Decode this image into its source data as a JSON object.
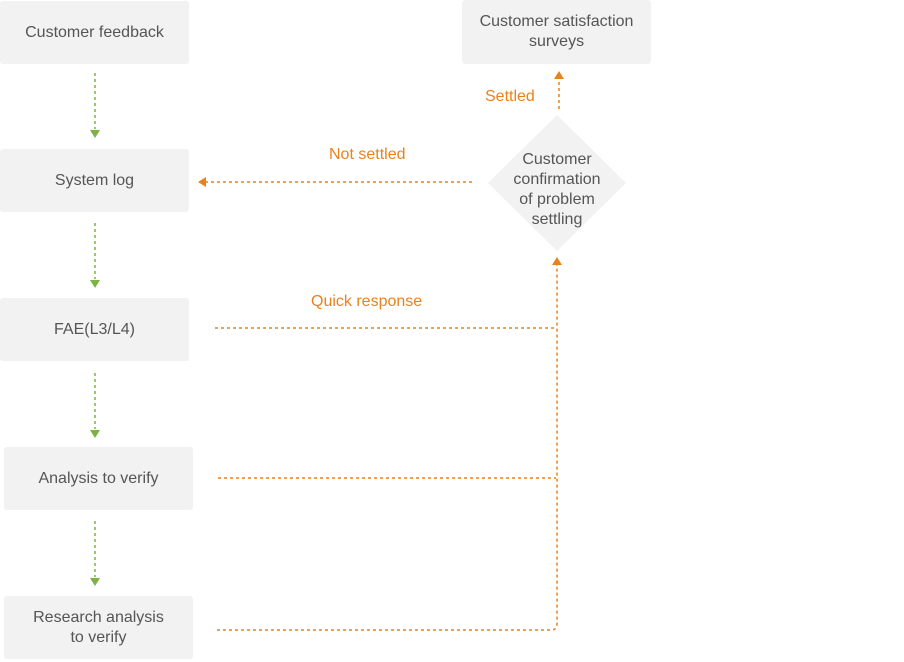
{
  "nodes": {
    "customer_feedback": "Customer feedback",
    "system_log": "System log",
    "fae": "FAE(L3/L4)",
    "analysis_verify": "Analysis to verify",
    "research_line1": "Research analysis",
    "research_line2": "to verify",
    "satisfaction_line1": "Customer satisfaction",
    "satisfaction_line2": "surveys",
    "confirmation_line1": "Customer",
    "confirmation_line2": "confirmation",
    "confirmation_line3": "of problem",
    "confirmation_line4": "settling"
  },
  "edge_labels": {
    "settled": "Settled",
    "not_settled": "Not settled",
    "quick_response": "Quick response"
  },
  "colors": {
    "node_fill": "#f2f2f2",
    "node_text": "#555555",
    "flow_green": "#7cb342",
    "feedback_orange": "#e8821e"
  }
}
